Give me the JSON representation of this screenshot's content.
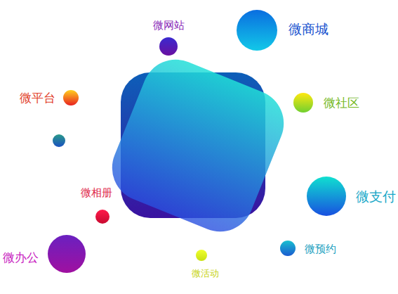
{
  "diagram": {
    "nodes": [
      {
        "text": [
          "微网站"
        ]
      },
      {
        "text": [
          "微商城"
        ]
      },
      {
        "text": [
          "微平台"
        ]
      },
      {
        "text": [
          "微社区"
        ]
      },
      {
        "text": [
          "微相册"
        ]
      },
      {
        "text": [
          "微支付"
        ]
      },
      {
        "text": [
          "微预约"
        ]
      },
      {
        "text": [
          "微办公"
        ]
      },
      {
        "text": [
          "微活动"
        ]
      }
    ]
  }
}
